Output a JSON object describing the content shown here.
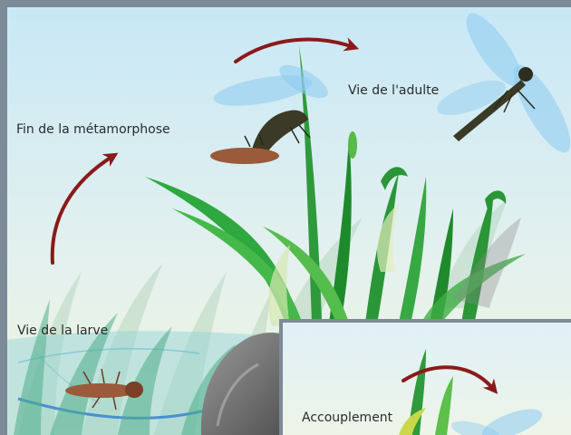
{
  "labels": {
    "adult_life": "Vie de l'adulte",
    "end_metamorphosis": "Fin de la métamorphose",
    "larva_life": "Vie de la larve",
    "mating": "Accouplement"
  },
  "colors": {
    "frame": "#7d8a97",
    "sky_top": "#cce9f5",
    "sky_bottom": "#eaf3e6",
    "arrow": "#8b1a1a",
    "grass_dark": "#1f8a2c",
    "grass_light": "#5cc04a",
    "water": "#5fb8c9",
    "rock": "#6f6f6f",
    "wing": "#8ccaf0",
    "dragonfly_body": "#3a3a26",
    "larva_body": "#9b5a3a"
  },
  "icons": [
    "dragonfly-adult-icon",
    "emerging-dragonfly-icon",
    "larva-icon",
    "curved-arrow-icon",
    "rock-icon",
    "grass-icon",
    "water-icon"
  ]
}
